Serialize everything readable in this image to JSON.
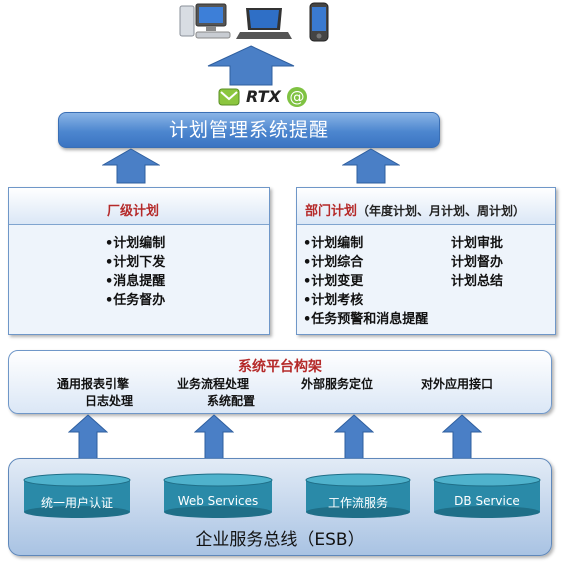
{
  "top_icons": {
    "rtx_label": "RTX",
    "email_icon": "email-icon",
    "at_icon": "at-sign-icon"
  },
  "system_bar": {
    "title": "计划管理系统提醒"
  },
  "factory_plan": {
    "title": "厂级计划",
    "items": [
      "•计划编制",
      "•计划下发",
      "•消息提醒",
      "•任务督办"
    ]
  },
  "dept_plan": {
    "title": "部门计划",
    "subtitle": "（年度计划、月计划、周计划）",
    "items_left": [
      "•计划编制",
      "•计划综合",
      "•计划变更",
      "•计划考核",
      "•任务预警和消息提醒"
    ],
    "items_right": [
      "计划审批",
      "计划督办",
      "计划总结"
    ]
  },
  "platform": {
    "title": "系统平台构架",
    "items": [
      "通用报表引擎",
      "业务流程处理",
      "外部服务定位",
      "对外应用接口",
      "日志处理",
      "系统配置"
    ]
  },
  "esb": {
    "title": "企业服务总线（ESB）",
    "cylinders": [
      "统一用户认证",
      "Web Services",
      "工作流服务",
      "DB Service"
    ]
  },
  "colors": {
    "arrow": "#4a7fc6",
    "cylinder": "#2a8aa8",
    "title_red": "#b52a2a"
  }
}
